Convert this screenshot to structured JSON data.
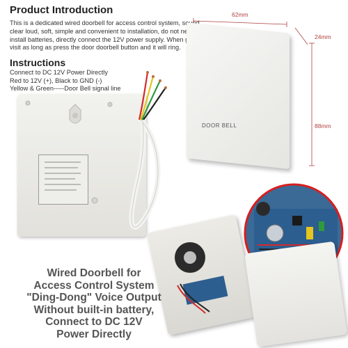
{
  "product_intro": {
    "title": "Product Introduction",
    "lines": [
      "This is a dedicated wired doorbell for access control system, sound",
      "clear loud, soft, simple and convenient to installation, do not need to",
      "install batteries, directly connect the 12V power supply. When guests",
      "visit as long as press the door doorbell button and it will ring."
    ]
  },
  "instructions": {
    "title": "Instructions",
    "lines": [
      "Connect to DC 12V Power Directly",
      "Red to 12V (+), Black to GND (-)",
      "Yellow & Green-----Door Bell signal line"
    ]
  },
  "dimensions": {
    "width": "62mm",
    "depth": "24mm",
    "height": "88mm"
  },
  "device": {
    "front_label": "DOOR BELL"
  },
  "feature_text": [
    "Wired Doorbell for",
    "Access Control System",
    "\"Ding-Dong\" Voice Output",
    "Without built-in battery,",
    "Connect to DC 12V",
    "Power Directly"
  ],
  "colors": {
    "dimension_line": "#b04040",
    "wire_red": "#d42a2a",
    "wire_black": "#222222",
    "wire_yellow": "#e6c51d",
    "wire_green": "#2f9a3c",
    "zoom_circle": "#d81e1e",
    "pcb": "#2c5e8f"
  }
}
